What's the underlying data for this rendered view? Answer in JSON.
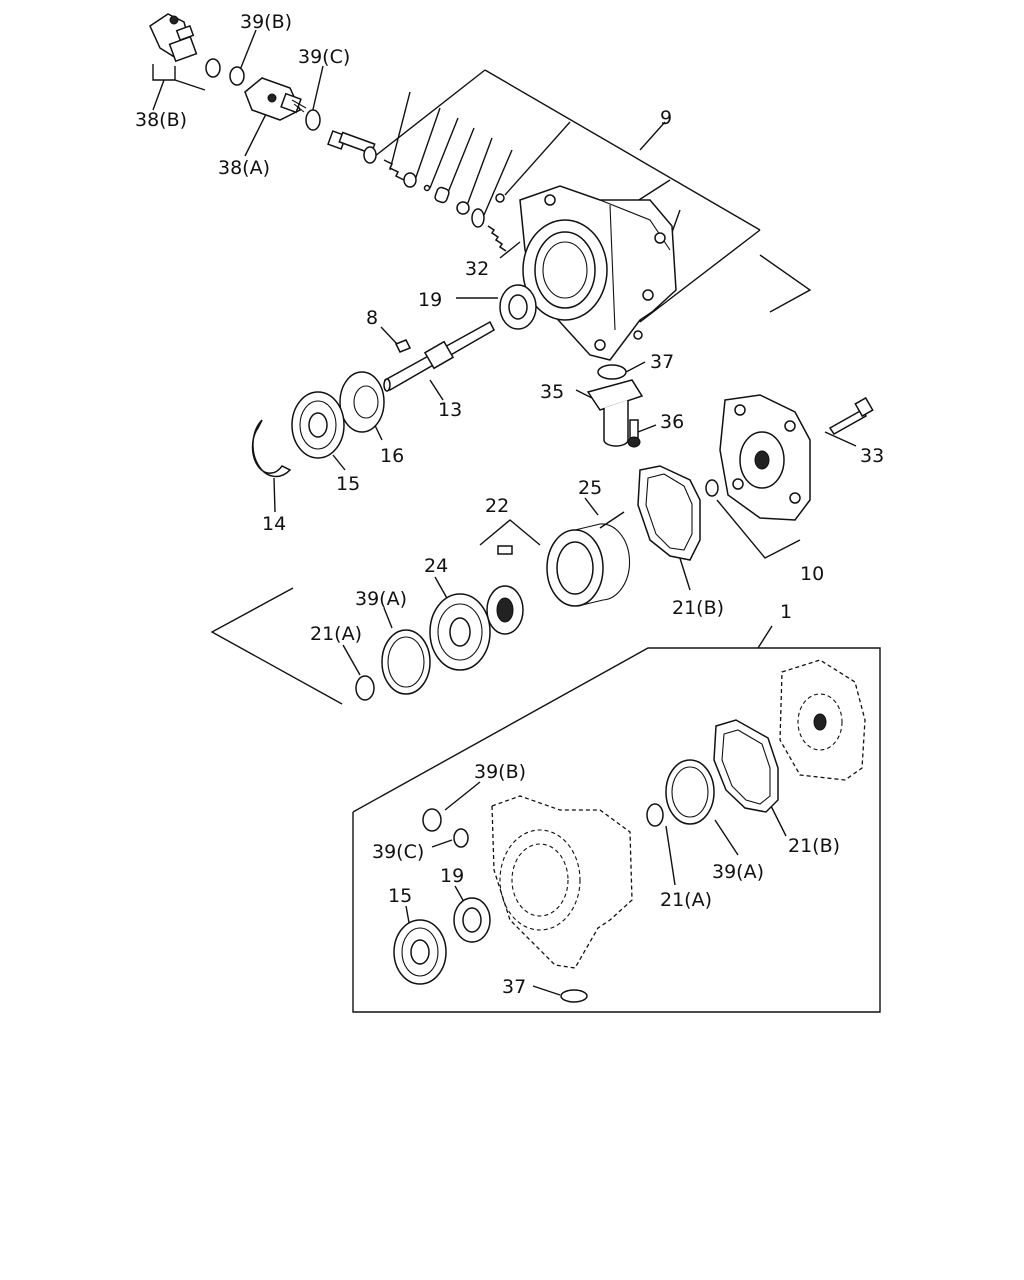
{
  "callouts": {
    "c38b_top": "38(B)",
    "c39b_top": "39(B)",
    "c39c_top": "39(C)",
    "c38a": "38(A)",
    "c9": "9",
    "c32": "32",
    "c19_top": "19",
    "c8": "8",
    "c37_top": "37",
    "c35": "35",
    "c13": "13",
    "c36": "36",
    "c33": "33",
    "c16": "16",
    "c15_top": "15",
    "c14": "14",
    "c22": "22",
    "c25": "25",
    "c10": "10",
    "c24": "24",
    "c39a_mid": "39(A)",
    "c21a_mid": "21(A)",
    "c21b_mid": "21(B)",
    "c1": "1",
    "c39b_kit": "39(B)",
    "c39c_kit": "39(C)",
    "c19_kit": "19",
    "c15_kit": "15",
    "c21a_kit": "21(A)",
    "c39a_kit": "39(A)",
    "c21b_kit": "21(B)",
    "c37_kit": "37"
  }
}
